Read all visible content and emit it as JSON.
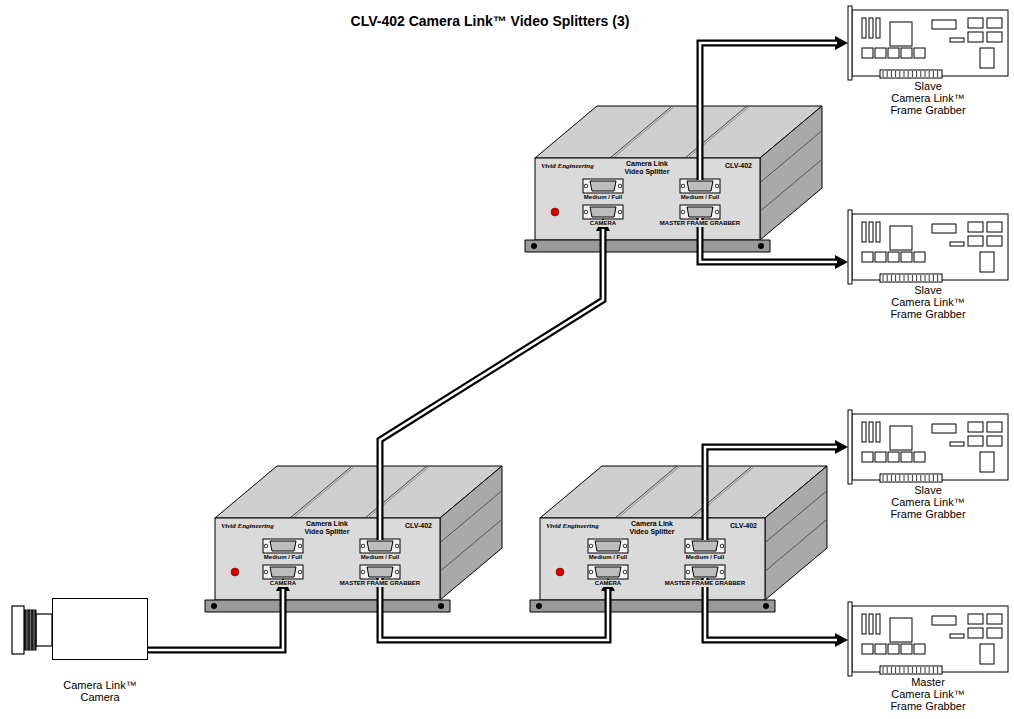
{
  "diagram": {
    "title": "CLV-402 Camera Link™ Video Splitters (3)",
    "nodes": [
      {
        "text": [
          "Camera Link™ Camera"
        ]
      },
      {
        "text": [
          "Vivid Engineering",
          "Camera Link Video Splitter",
          "CLV-402"
        ]
      },
      {
        "text": [
          "Vivid Engineering",
          "Camera Link Video Splitter",
          "CLV-402"
        ]
      },
      {
        "text": [
          "Vivid Engineering",
          "Camera Link Video Splitter",
          "CLV-402"
        ]
      },
      {
        "text": [
          "Slave",
          "Camera Link™ Frame Grabber"
        ]
      },
      {
        "text": [
          "Slave",
          "Camera Link™ Frame Grabber"
        ]
      },
      {
        "text": [
          "Slave",
          "Camera Link™ Frame Grabber"
        ]
      },
      {
        "text": [
          "Master",
          "Camera Link™ Frame Grabber"
        ]
      }
    ],
    "edges": [
      {
        "from": 0,
        "to": 1,
        "arrow": "to"
      },
      {
        "from": 1,
        "to": 3,
        "arrow": "to"
      },
      {
        "from": 1,
        "to": 2,
        "arrow": "to"
      },
      {
        "from": 3,
        "to": 4,
        "arrow": "to"
      },
      {
        "from": 3,
        "to": 5,
        "arrow": "to"
      },
      {
        "from": 2,
        "to": 6,
        "arrow": "to"
      },
      {
        "from": 2,
        "to": 7,
        "arrow": "to"
      }
    ],
    "labels": [
      "Medium / Full",
      "Medium / Full",
      "CAMERA",
      "MASTER FRAME GRABBER",
      "Medium / Full",
      "Medium / Full",
      "CAMERA",
      "MASTER FRAME GRABBER",
      "Medium / Full",
      "Medium / Full",
      "CAMERA",
      "MASTER FRAME GRABBER"
    ]
  }
}
